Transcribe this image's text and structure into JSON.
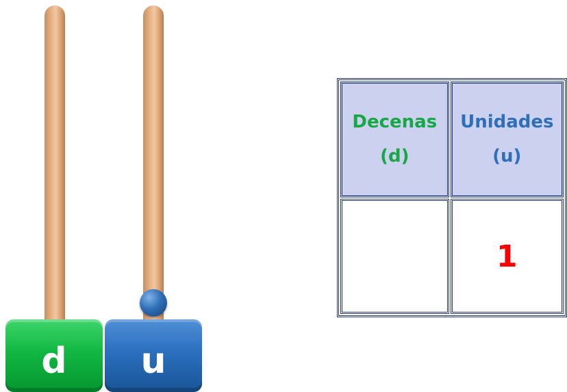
{
  "abacus": {
    "rods": [
      {
        "letter": "d",
        "color": "#11b743",
        "beads": 0
      },
      {
        "letter": "u",
        "color": "#2a6fbe",
        "beads": 1
      }
    ],
    "rod_color": "#e8b48a",
    "bead_color": "#2f6fb8"
  },
  "table": {
    "headers": [
      {
        "name": "Decenas",
        "abbr": "(d)",
        "color": "#17a846"
      },
      {
        "name": "Unidades",
        "abbr": "(u)",
        "color": "#2f6fb8"
      }
    ],
    "values": [
      "",
      "1"
    ],
    "value_color": "#ff0000",
    "header_bg": "#ccd1f0",
    "border_color": "#243a6a"
  }
}
